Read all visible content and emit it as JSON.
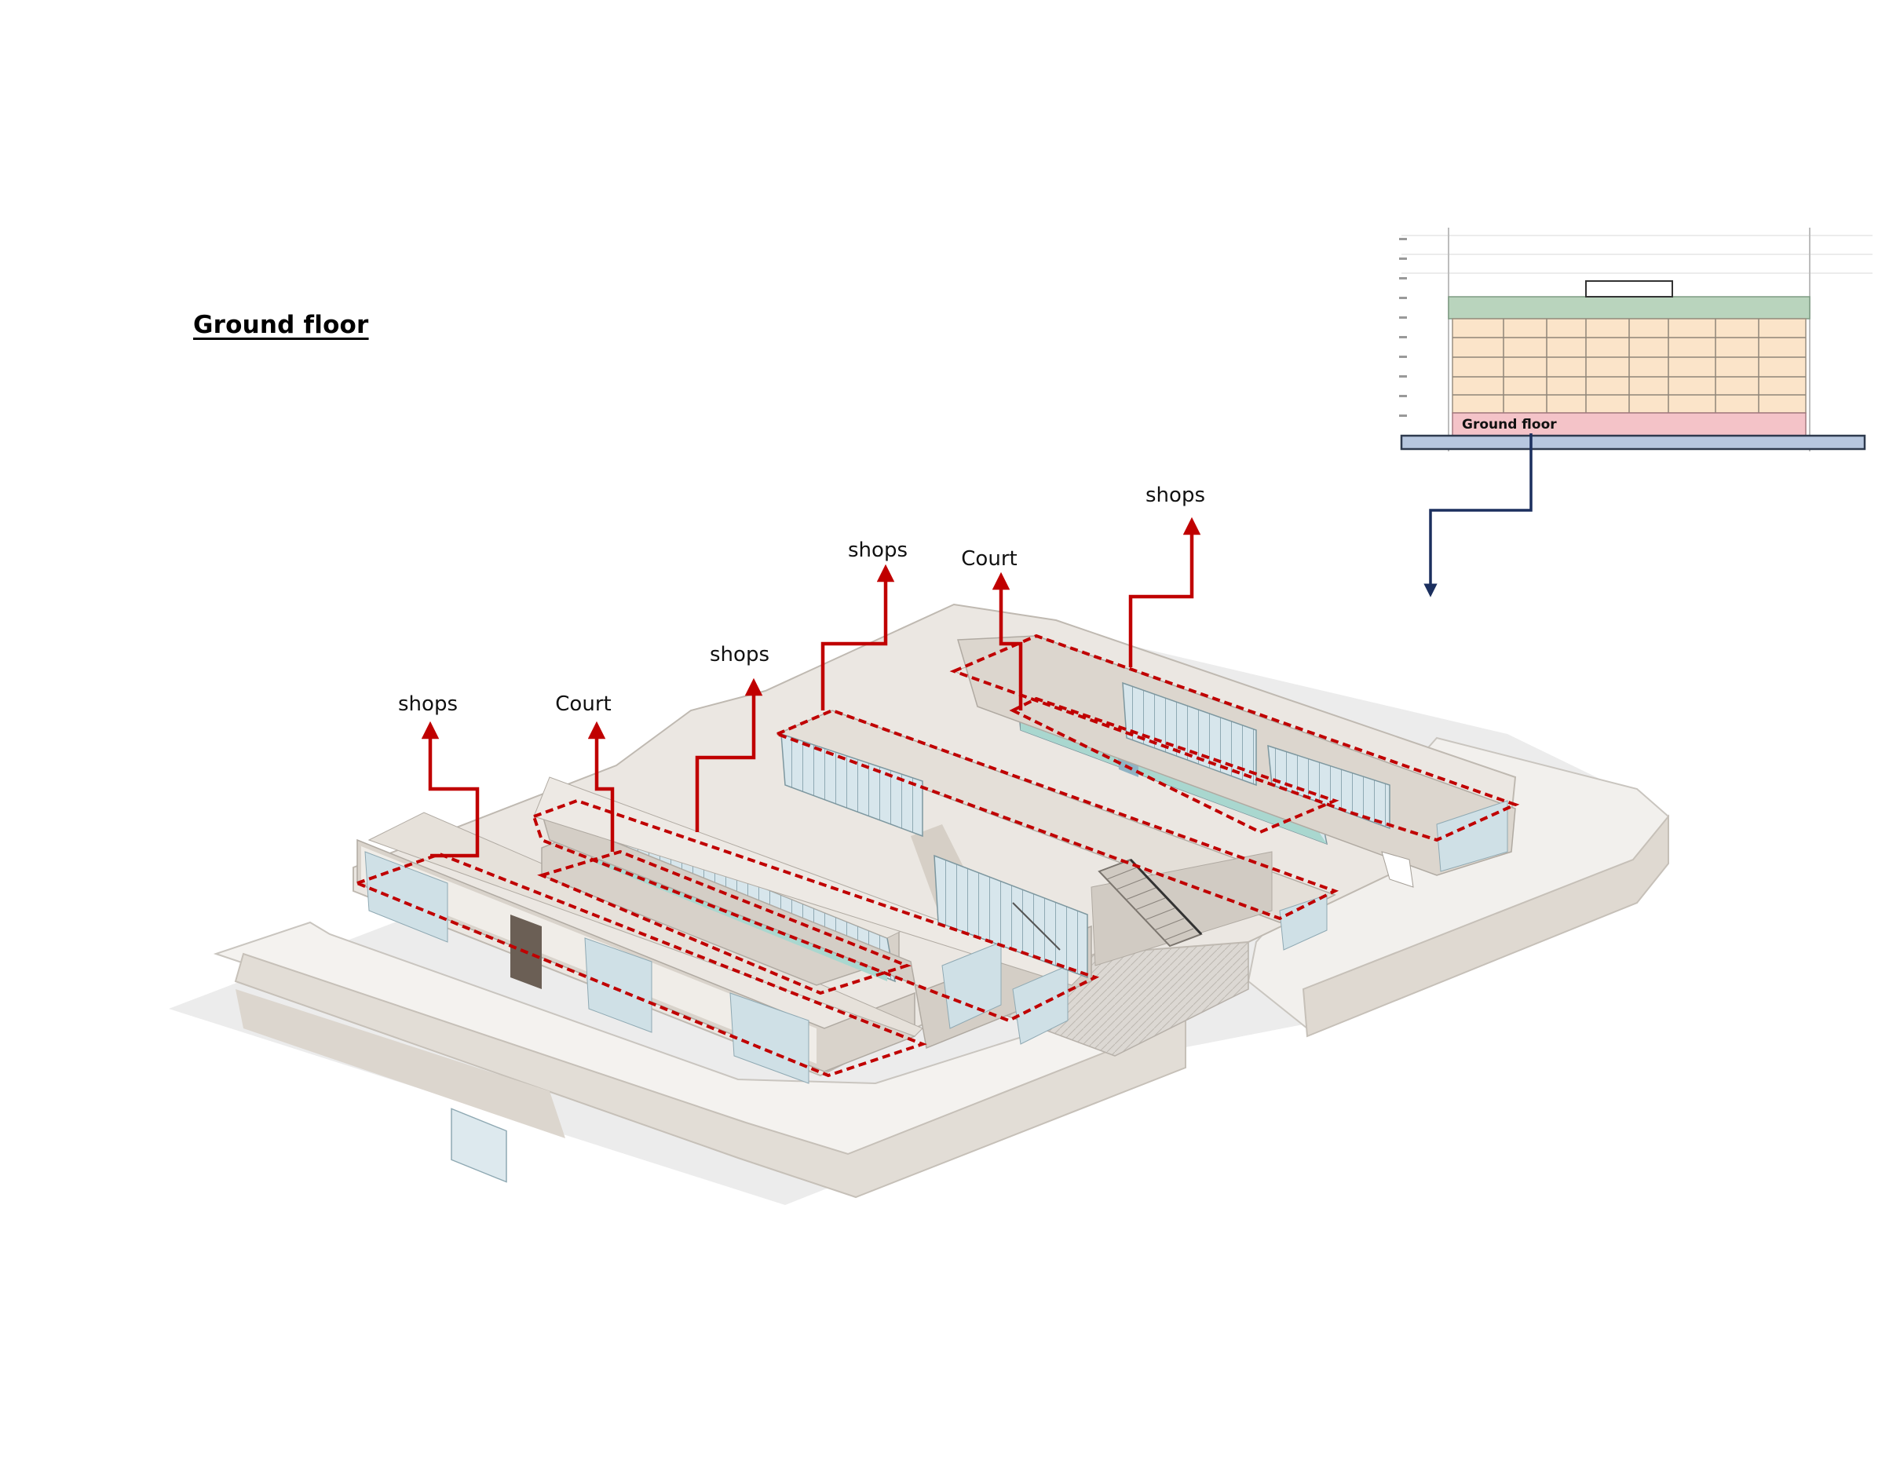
{
  "title": "Ground floor",
  "section_thumbnail": {
    "highlighted_label": "Ground floor",
    "colors": {
      "roof": "#b9d4bd",
      "upper_floors": "#fbe4c9",
      "ground_floor": "#f4c3c8",
      "basement": "#b7c7df",
      "pointer": "#1b2f5e"
    }
  },
  "annotations": [
    {
      "id": "shops-1",
      "label": "shops"
    },
    {
      "id": "court-1",
      "label": "Court"
    },
    {
      "id": "shops-2",
      "label": "shops"
    },
    {
      "id": "shops-3",
      "label": "shops"
    },
    {
      "id": "court-2",
      "label": "Court"
    },
    {
      "id": "shops-4",
      "label": "shops"
    }
  ],
  "colors": {
    "arrow": "#c00000",
    "zone_outline": "#c00000",
    "building": "#e8e4df",
    "glass": "#bcd8e0"
  }
}
